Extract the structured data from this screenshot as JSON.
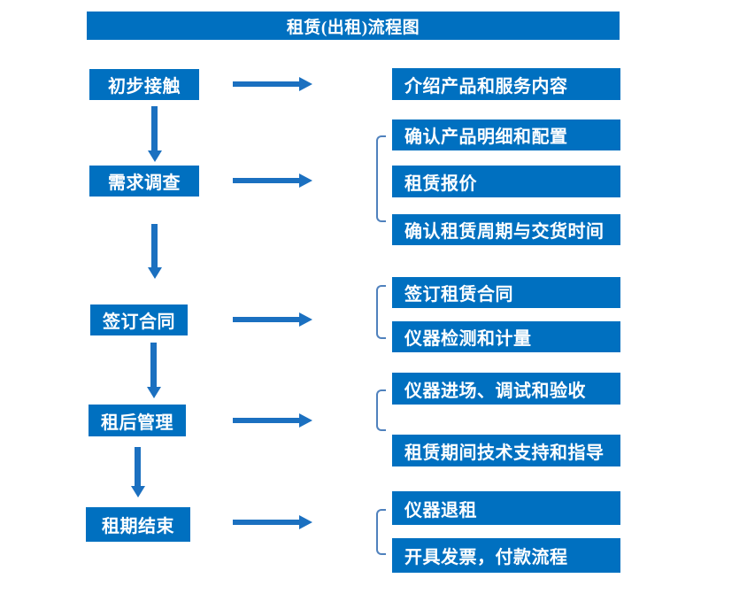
{
  "title": "租赁(出租)流程图",
  "colors": {
    "box_blue": "#0070C0",
    "arrow_blue": "#1B70C0",
    "bracket_blue": "#4F81BD",
    "text_white": "#FFFFFF",
    "background": "#FFFFFF"
  },
  "flow": {
    "steps": [
      {
        "label": "初步接触",
        "outputs": [
          "介绍产品和服务内容"
        ]
      },
      {
        "label": "需求调查",
        "outputs": [
          "确认产品明细和配置",
          "租赁报价",
          "确认租赁周期与交货时间"
        ]
      },
      {
        "label": "签订合同",
        "outputs": [
          "签订租赁合同",
          "仪器检测和计量"
        ]
      },
      {
        "label": "租后管理",
        "outputs": [
          "仪器进场、调试和验收",
          "租赁期间技术支持和指导"
        ]
      },
      {
        "label": "租期结束",
        "outputs": [
          "仪器退租",
          "开具发票，付款流程"
        ]
      }
    ]
  }
}
